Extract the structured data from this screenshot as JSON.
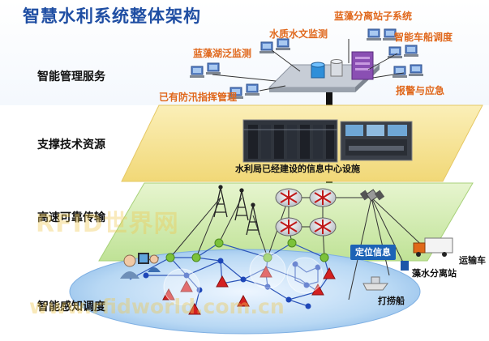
{
  "title": "智慧水利系统整体架构",
  "layers": [
    {
      "label": "智能管理服务"
    },
    {
      "label": "支撑技术资源"
    },
    {
      "label": "高速可靠传输"
    },
    {
      "label": "智能感知调度"
    }
  ],
  "management_services": [
    "蓝藻湖泛监测",
    "水质水文监测",
    "蓝藻分离站子系统",
    "智能车船调度",
    "已有防汛指挥管理",
    "报警与应急"
  ],
  "data_center_label": "水利局已经建设的信息中心设施",
  "location_badge": "定位信息",
  "sensing_labels": {
    "truck": "运输车",
    "station": "藻水分离站",
    "boat": "打捞船"
  },
  "watermarks": [
    "RFID世界网",
    "www.rfidworld.com.cn"
  ],
  "colors": {
    "title": "#1f4ea3",
    "accent_orange": "#e0681c",
    "plane_gold": "#f6e39a",
    "plane_green": "#c9e8a0",
    "water_blue": "#9fc8ee",
    "sensor_red": "#d42020",
    "node_green": "#7cc23a",
    "node_blue": "#1e47b8",
    "badge_blue": "#1d63b6"
  },
  "icons": [
    "computer-icon",
    "server-icon",
    "router-icon",
    "tower-icon",
    "satellite-icon",
    "truck-icon",
    "boat-icon",
    "person-icon",
    "sensor-icon"
  ]
}
